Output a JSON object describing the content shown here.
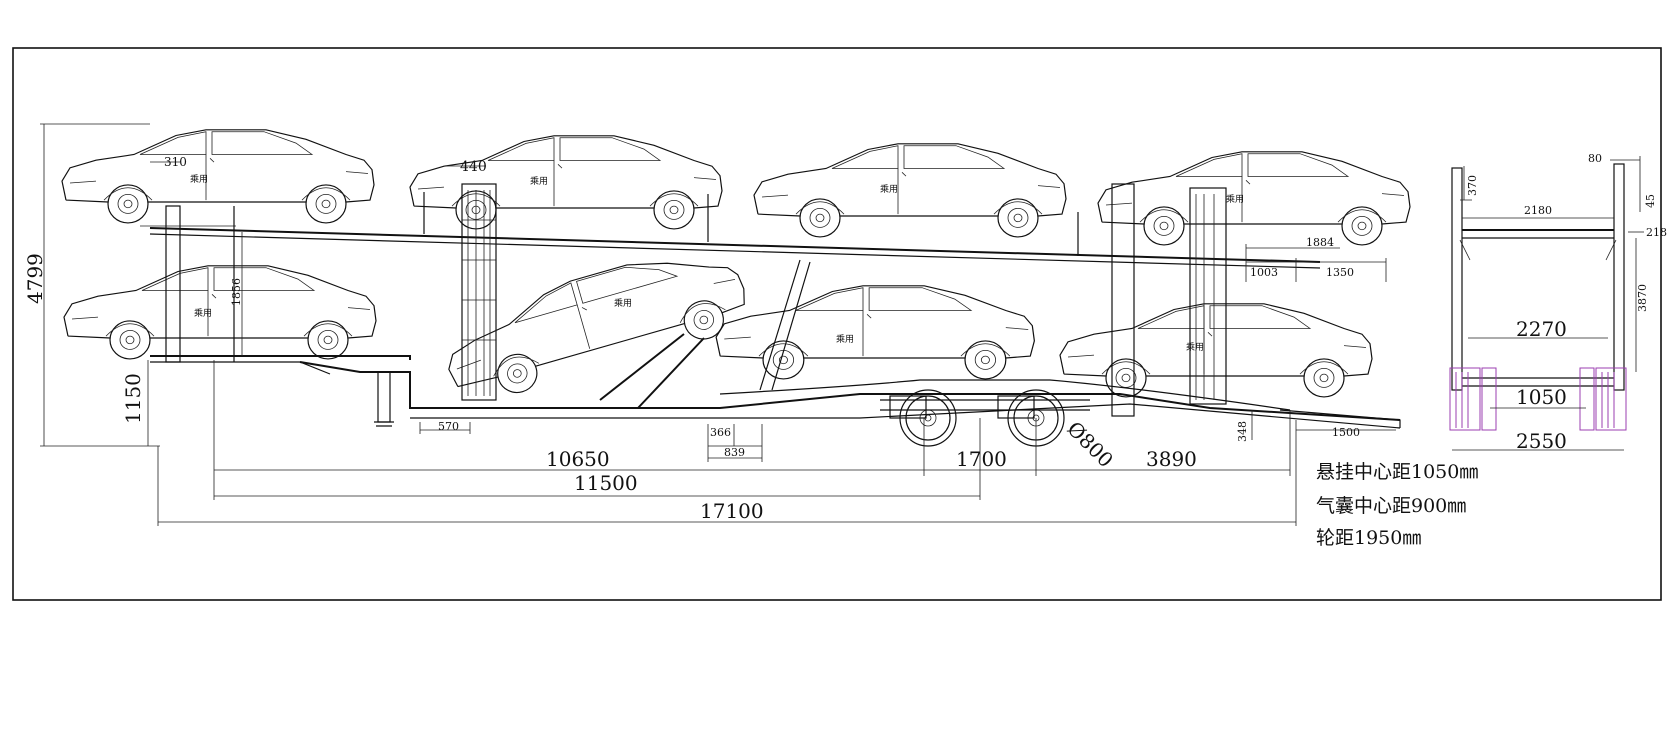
{
  "dimensions": {
    "overall_height": "4799",
    "front_height": "1150",
    "d310": "310",
    "d440": "440",
    "d1856": "1856",
    "d570": "570",
    "d366": "366",
    "d839": "839",
    "d10650": "10650",
    "d1700": "1700",
    "d3890": "3890",
    "d11500": "11500",
    "d17100": "17100",
    "tire": "Ø800",
    "d348": "348",
    "d1500": "1500",
    "d1884": "1884",
    "d1003": "1003",
    "d1350": "1350"
  },
  "end_view": {
    "d370": "370",
    "d80": "80",
    "d45": "45",
    "d2180": "2180",
    "d218": "218",
    "d3870": "3870",
    "d2270": "2270",
    "d1050": "1050",
    "d2550": "2550"
  },
  "notes": {
    "line1": "悬挂中心距1050㎜",
    "line2": "气囊中心距900㎜",
    "line3": "轮距1950㎜"
  },
  "car_labels": [
    "乘用",
    "乘用",
    "乘用",
    "乘用",
    "乘用",
    "乘用",
    "乘用",
    "乘用"
  ],
  "colors": {
    "line": "#111111",
    "accent": "#9b3fb0",
    "background": "#ffffff"
  }
}
